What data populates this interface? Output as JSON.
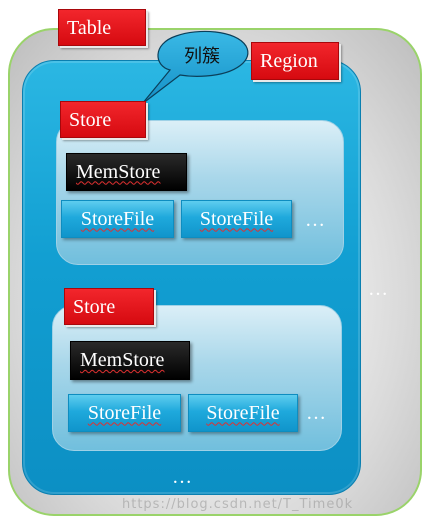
{
  "table": {
    "label": "Table",
    "ellipsis": "…"
  },
  "region": {
    "label": "Region",
    "ellipsis": "…"
  },
  "callout": {
    "text": "列簇"
  },
  "stores": [
    {
      "label": "Store",
      "memstore": "MemStore",
      "storefiles": [
        "StoreFile",
        "StoreFile"
      ],
      "ellipsis": "…"
    },
    {
      "label": "Store",
      "memstore": "MemStore",
      "storefiles": [
        "StoreFile",
        "StoreFile"
      ],
      "ellipsis": "…"
    }
  ],
  "watermark": "https://blog.csdn.net/T_Time0k",
  "colors": {
    "label_red": "#e0141a",
    "region_blue": "#129fd2",
    "store_light_blue": "#a9d7ea",
    "memstore_black": "#000000",
    "storefile_blue": "#1fa9dc",
    "callout_fill": "#1c9fd0",
    "table_border_green": "#9ad36a"
  }
}
